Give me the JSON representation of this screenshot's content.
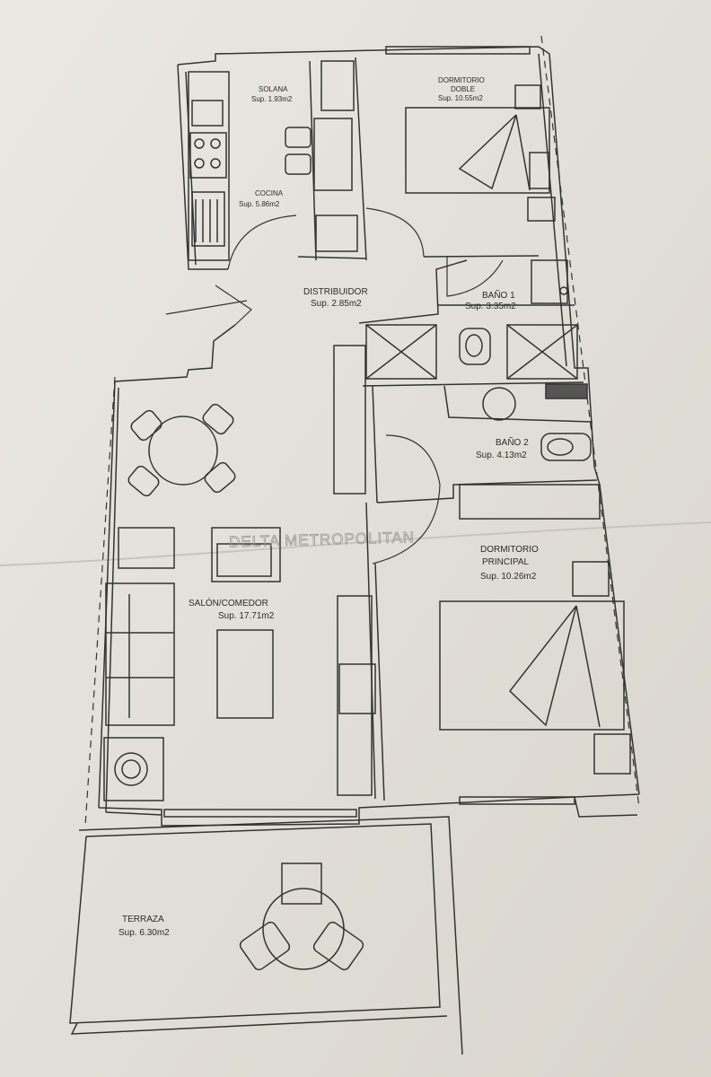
{
  "plan": {
    "watermark": "DELTA METROPOLITAN",
    "rooms": {
      "solana": {
        "name": "SOLANA",
        "area": "Sup. 1.93m2"
      },
      "dormitorio_doble": {
        "name": "DORMITORIO",
        "name2": "DOBLE",
        "area": "Sup. 10.55m2"
      },
      "cocina": {
        "name": "COCINA",
        "area": "Sup. 5.86m2"
      },
      "distribuidor": {
        "name": "DISTRIBUIDOR",
        "area": "Sup. 2.85m2"
      },
      "bano1": {
        "name": "BAÑO 1",
        "area": "Sup. 3.35m2"
      },
      "bano2": {
        "name": "BAÑO 2",
        "area": "Sup. 4.13m2"
      },
      "dormitorio_principal": {
        "name": "DORMITORIO",
        "name2": "PRINCIPAL",
        "area": "Sup. 10.26m2"
      },
      "salon": {
        "name": "SALÓN/COMEDOR",
        "area": "Sup. 17.71m2"
      },
      "terraza": {
        "name": "TERRAZA",
        "area": "Sup. 6.30m2"
      }
    }
  }
}
